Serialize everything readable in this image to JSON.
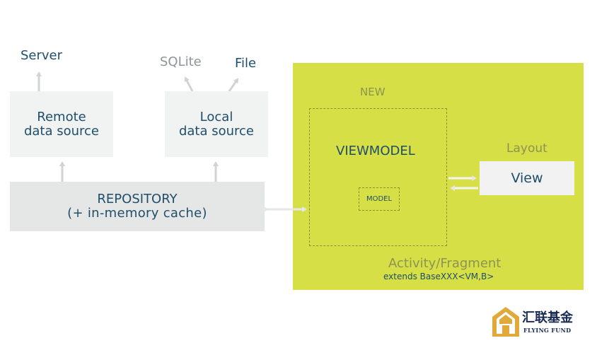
{
  "labels": {
    "server": "Server",
    "sqlite": "SQLite",
    "file": "File",
    "new": "NEW",
    "layout": "Layout"
  },
  "remote": {
    "line1": "Remote",
    "line2": "data source"
  },
  "local": {
    "line1": "Local",
    "line2": "data source"
  },
  "repository": {
    "line1": "REPOSITORY",
    "line2": "(+ in-memory cache)"
  },
  "viewmodel": {
    "title": "VIEWMODEL",
    "model": "MODEL"
  },
  "view": {
    "label": "View"
  },
  "activity": {
    "title": "Activity/Fragment",
    "subtitle": "extends BaseXXX<VM,B>"
  },
  "logo": {
    "cn": "汇联基金",
    "en": "FLYING FUND"
  },
  "colors": {
    "text": "#1f4e6b",
    "muted": "#8f9596",
    "activity_bg": "#d6df45",
    "box_light": "#f1f2f2",
    "repo_bg": "#e5e6e6",
    "arrow": "#cfd1d1",
    "logo_gold": "#e0a93a",
    "logo_navy": "#1a2c55"
  }
}
